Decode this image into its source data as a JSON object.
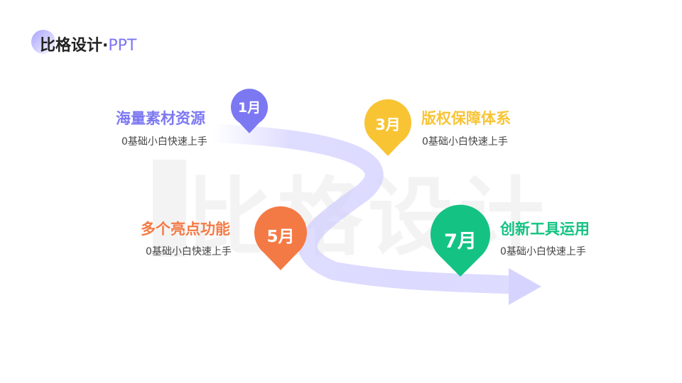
{
  "header": {
    "brand": "比格设计",
    "separator": "·",
    "suffix": "PPT"
  },
  "watermark_text": "比格设计",
  "milestones": [
    {
      "month": "1月",
      "title": "海量素材资源",
      "subtitle": "0基础小白快速上手",
      "color": "#7c78f2"
    },
    {
      "month": "3月",
      "title": "版权保障体系",
      "subtitle": "0基础小白快速上手",
      "color": "#f8c434"
    },
    {
      "month": "5月",
      "title": "多个亮点功能",
      "subtitle": "0基础小白快速上手",
      "color": "#f47a45"
    },
    {
      "month": "7月",
      "title": "创新工具运用",
      "subtitle": "0基础小白快速上手",
      "color": "#14c383"
    }
  ]
}
